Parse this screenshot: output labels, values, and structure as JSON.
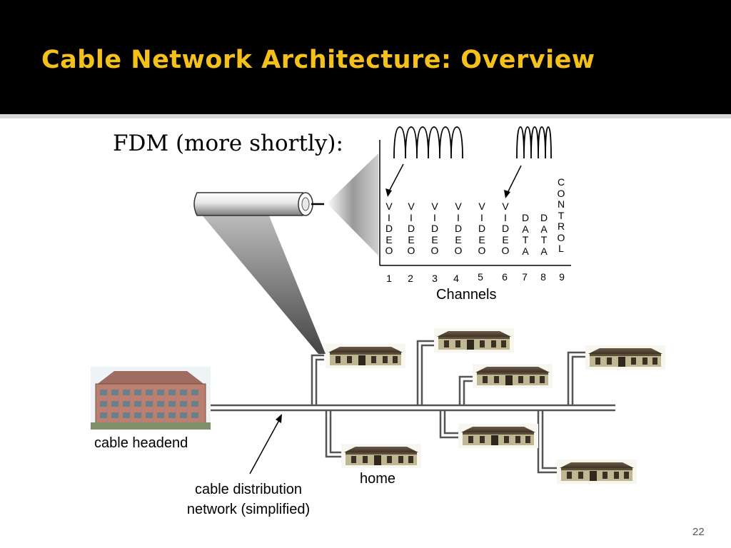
{
  "slide": {
    "title": "Cable Network Architecture: Overview",
    "page_number": "22"
  },
  "fdm": {
    "label": "FDM (more shortly):",
    "channel_labels": [
      {
        "text": "V\nI\nD\nE\nO",
        "number": "1"
      },
      {
        "text": "V\nI\nD\nE\nO",
        "number": "2"
      },
      {
        "text": "V\nI\nD\nE\nO",
        "number": "3"
      },
      {
        "text": "V\nI\nD\nE\nO",
        "number": "4"
      },
      {
        "text": "V\nI\nD\nE\nO",
        "number": "5"
      },
      {
        "text": "V\nI\nD\nE\nO",
        "number": "6"
      },
      {
        "text": "D\nA\nT\nA",
        "number": "7"
      },
      {
        "text": "D\nA\nT\nA",
        "number": "8"
      },
      {
        "text": "C\nO\nN\nT\nR\nO\nL",
        "number": "9"
      }
    ],
    "axis_label": "Channels"
  },
  "network": {
    "headend_caption": "cable headend",
    "distribution_caption": "cable distribution\nnetwork (simplified)",
    "home_caption": "home"
  },
  "colors": {
    "title_background": "#000000",
    "title_text": "#f4c11a",
    "cable": "#555555"
  }
}
